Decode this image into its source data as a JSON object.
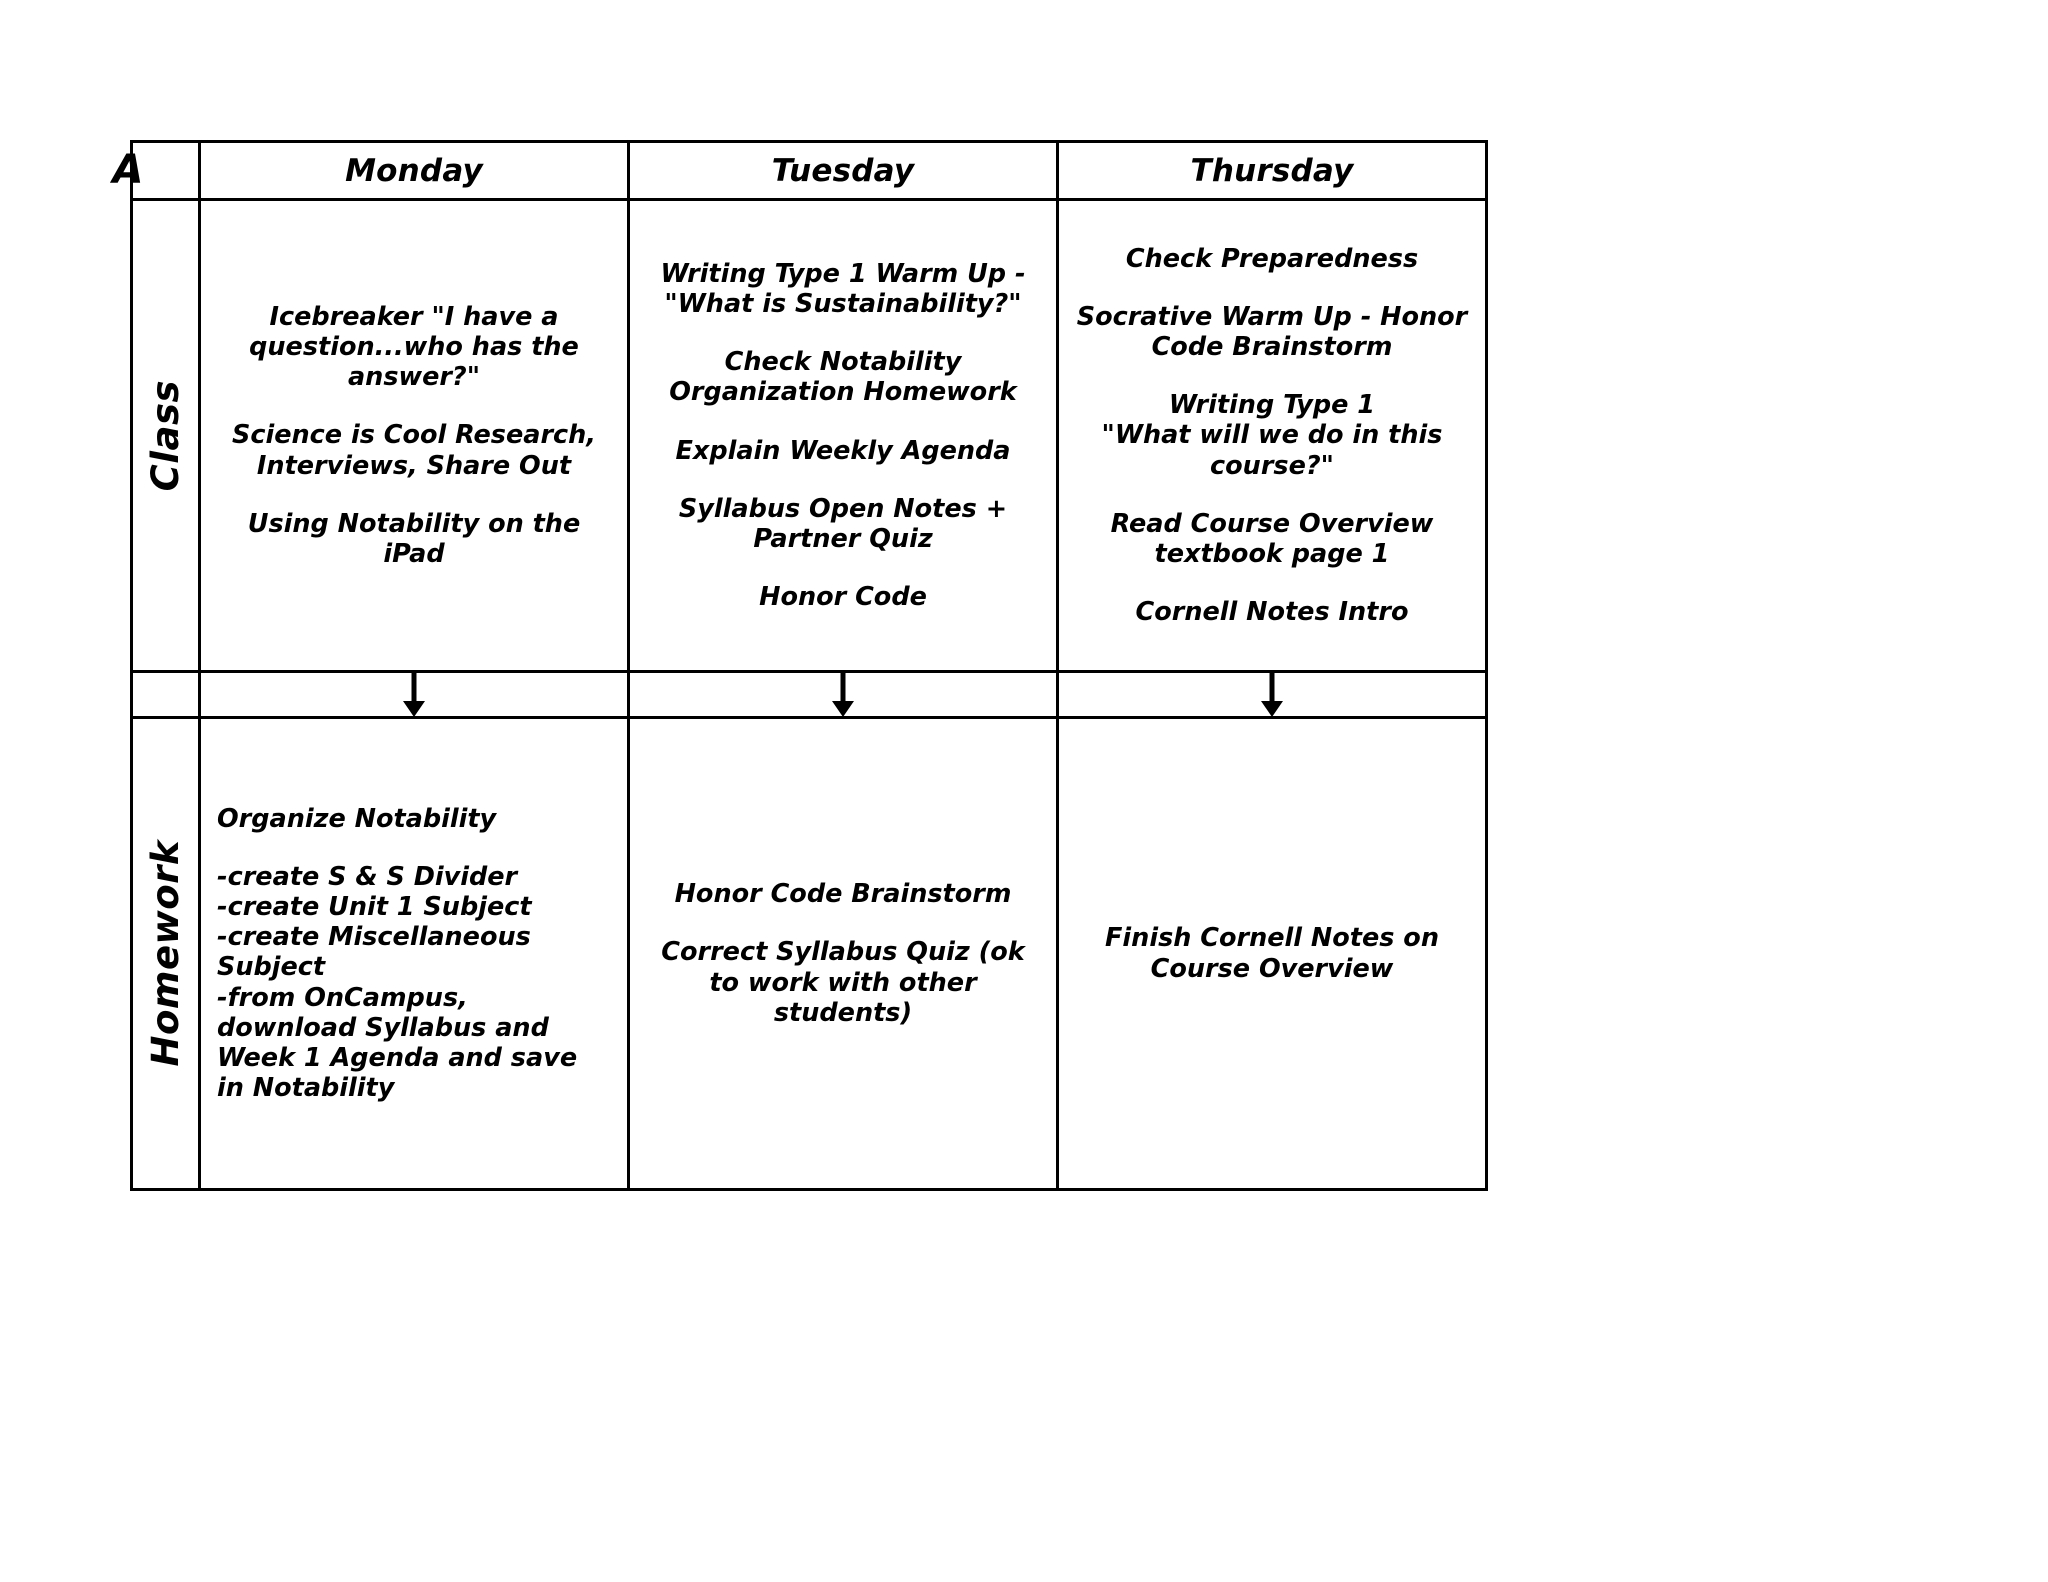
{
  "section": {
    "letter": "A"
  },
  "header": {
    "days": [
      "Monday",
      "Tuesday",
      "Thursday"
    ]
  },
  "rows": {
    "class_label": "Class",
    "homework_label": "Homework"
  },
  "class": {
    "monday": {
      "blocks": [
        "Icebreaker \"I have a question...who has the answer?\"",
        "Science is Cool Research, Interviews, Share Out",
        "Using Notability on the iPad"
      ]
    },
    "tuesday": {
      "blocks": [
        "Writing Type 1 Warm Up - \"What is Sustainability?\"",
        "Check Notability Organization Homework",
        "Explain Weekly Agenda",
        "Syllabus Open Notes + Partner Quiz",
        "Honor Code"
      ]
    },
    "thursday": {
      "blocks": [
        "Check Preparedness",
        "Socrative Warm Up - Honor Code Brainstorm",
        "Writing Type 1\n\"What will we do in this course?\"",
        "Read Course Overview textbook page 1",
        "Cornell Notes Intro"
      ]
    }
  },
  "homework": {
    "monday": {
      "heading": "Organize Notability",
      "items": [
        "-create S & S Divider",
        "-create Unit 1 Subject",
        "-create Miscellaneous Subject",
        "-from OnCampus, download Syllabus and Week 1 Agenda and save in Notability"
      ]
    },
    "tuesday": {
      "blocks": [
        "Honor Code Brainstorm",
        "Correct Syllabus Quiz (ok to work with other students)"
      ]
    },
    "thursday": {
      "blocks": [
        "Finish Cornell Notes on Course Overview"
      ]
    }
  },
  "arrows": {
    "monday": "down-arrow",
    "tuesday": "down-arrow",
    "thursday": "down-arrow"
  },
  "colors": {
    "border": "#000000",
    "text": "#000000",
    "background": "#ffffff"
  }
}
